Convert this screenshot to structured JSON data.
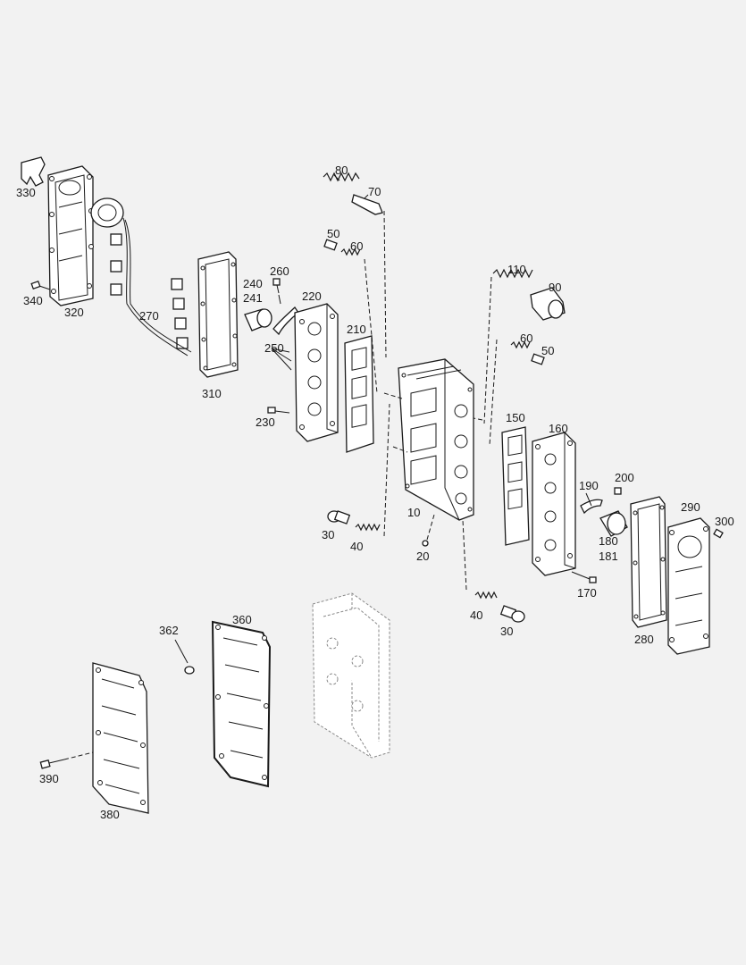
{
  "diagram": {
    "callouts": {
      "c10": "10",
      "c20": "20",
      "c30a": "30",
      "c30b": "30",
      "c40a": "40",
      "c40b": "40",
      "c50a": "50",
      "c50b": "50",
      "c60a": "60",
      "c60b": "60",
      "c70": "70",
      "c80": "80",
      "c90": "90",
      "c110": "110",
      "c150": "150",
      "c160": "160",
      "c170": "170",
      "c180": "180",
      "c181": "181",
      "c190": "190",
      "c200": "200",
      "c210": "210",
      "c220": "220",
      "c230": "230",
      "c240": "240",
      "c241": "241",
      "c250": "250",
      "c260": "260",
      "c270": "270",
      "c280": "280",
      "c290": "290",
      "c300": "300",
      "c310": "310",
      "c320": "320",
      "c330": "330",
      "c340": "340",
      "c360": "360",
      "c362": "362",
      "c380": "380",
      "c390": "390"
    }
  }
}
